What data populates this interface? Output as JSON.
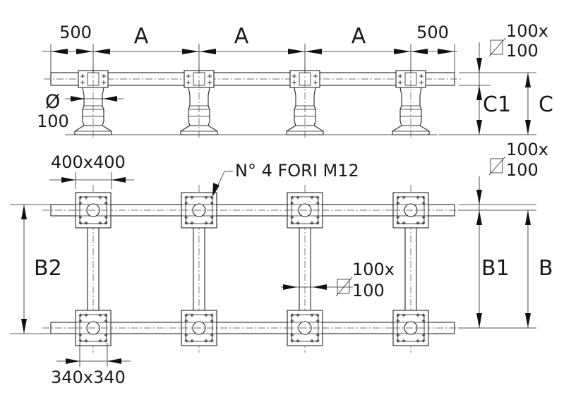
{
  "dimensions": {
    "top_end_left": "500",
    "top_A_1": "A",
    "top_A_2": "A",
    "top_A_3": "A",
    "top_end_right": "500",
    "pipe_diameter_symbol": "Ø",
    "pipe_diameter_value": "100",
    "side_section_line1": "100x",
    "side_section_line2": "100",
    "height_C1": "C1",
    "height_C": "C",
    "plate_size": "400x400",
    "holes_note": "N° 4 FORI M12",
    "plan_section_top_line1": "100x",
    "plan_section_top_line2": "100",
    "width_B2": "B2",
    "cross_section_line1": "100x",
    "cross_section_line2": "100",
    "width_B1": "B1",
    "width_B": "B",
    "base_size": "340x340"
  }
}
